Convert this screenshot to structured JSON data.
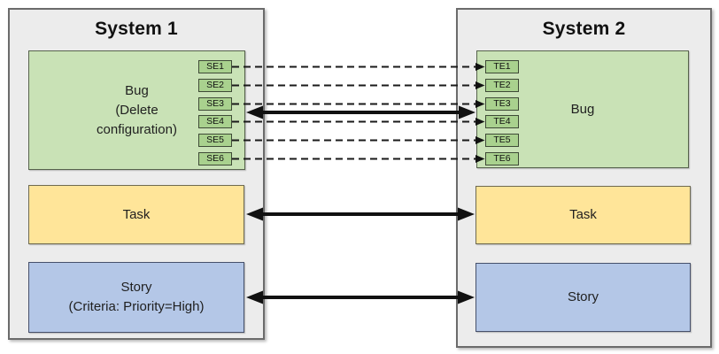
{
  "diagram": {
    "system1": {
      "title": "System 1",
      "bug": {
        "lines": [
          "Bug",
          "(Delete",
          "configuration)"
        ]
      },
      "fields": [
        "SE1",
        "SE2",
        "SE3",
        "SE4",
        "SE5",
        "SE6"
      ],
      "task": {
        "label": "Task"
      },
      "story": {
        "lines": [
          "Story",
          "(Criteria: Priority=High)"
        ]
      }
    },
    "system2": {
      "title": "System 2",
      "bug": {
        "label": "Bug"
      },
      "fields": [
        "TE1",
        "TE2",
        "TE3",
        "TE4",
        "TE5",
        "TE6"
      ],
      "task": {
        "label": "Task"
      },
      "story": {
        "label": "Story"
      }
    },
    "connections": [
      {
        "from": "SE1",
        "to": "TE1",
        "style": "dashed-arrow-right"
      },
      {
        "from": "SE2",
        "to": "TE2",
        "style": "dashed-arrow-right"
      },
      {
        "from": "SE3",
        "to": "TE3",
        "style": "dashed-arrow-right"
      },
      {
        "from": "SE4",
        "to": "TE4",
        "style": "dashed-arrow-right"
      },
      {
        "from": "SE5",
        "to": "TE5",
        "style": "dashed-arrow-right"
      },
      {
        "from": "SE6",
        "to": "TE6",
        "style": "dashed-arrow-right"
      },
      {
        "from": "Bug",
        "to": "Bug",
        "style": "solid-double-arrow"
      },
      {
        "from": "Task",
        "to": "Task",
        "style": "solid-double-arrow"
      },
      {
        "from": "Story",
        "to": "Story",
        "style": "solid-double-arrow"
      }
    ],
    "colors": {
      "system_fill": "#ececec",
      "system_border": "#6b6b6b",
      "bug_fill": "#c9e2b6",
      "field_fill": "#a9d18e",
      "task_fill": "#ffe599",
      "story_fill": "#b4c7e7",
      "arrow": "#111111"
    }
  }
}
